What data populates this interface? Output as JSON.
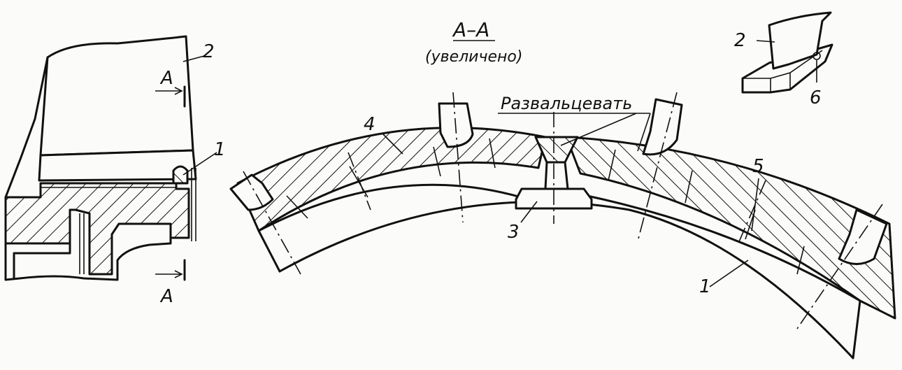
{
  "section": {
    "title": "А–А",
    "subtitle": "(увеличено)",
    "note": "Развальцевать"
  },
  "labels": {
    "left_part_2": "2",
    "left_part_1": "1",
    "cut_mark_top": "А",
    "cut_mark_bottom": "А",
    "arc_part_4": "4",
    "arc_part_3": "3",
    "arc_part_5": "5",
    "arc_part_1": "1",
    "iso_part_2": "2",
    "iso_part_6": "6"
  }
}
